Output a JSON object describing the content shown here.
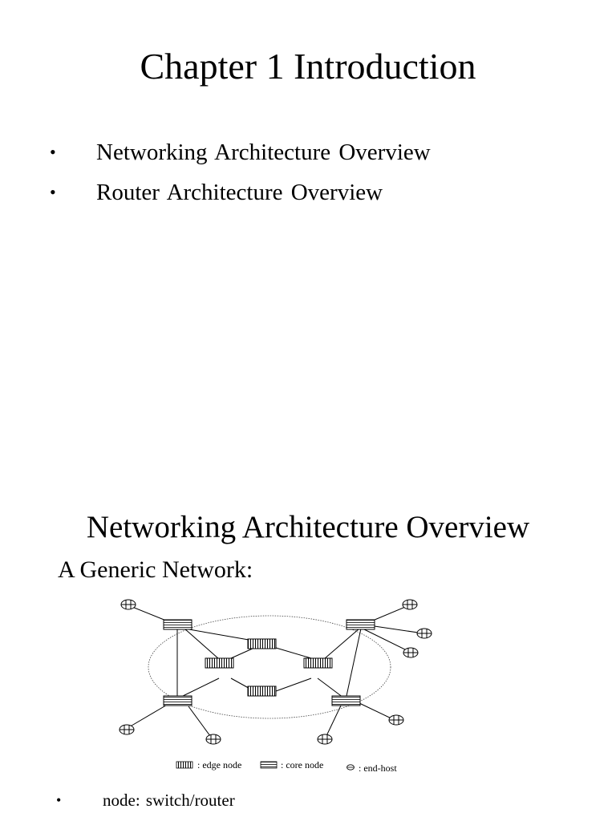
{
  "slide1": {
    "title": "Chapter 1 Introduction",
    "bullets": [
      {
        "symbol": "•",
        "text": "Networking Architecture Overview"
      },
      {
        "symbol": "•",
        "text": "Router Architecture Overview"
      }
    ]
  },
  "slide2": {
    "title": "Networking Architecture Overview",
    "subtitle": "A Generic Network:",
    "legend": {
      "edge_label": ": edge node",
      "core_label": ": core node",
      "host_label": ": end-host"
    },
    "bottom_bullet": {
      "symbol": "•",
      "text": "node: switch/router"
    }
  }
}
